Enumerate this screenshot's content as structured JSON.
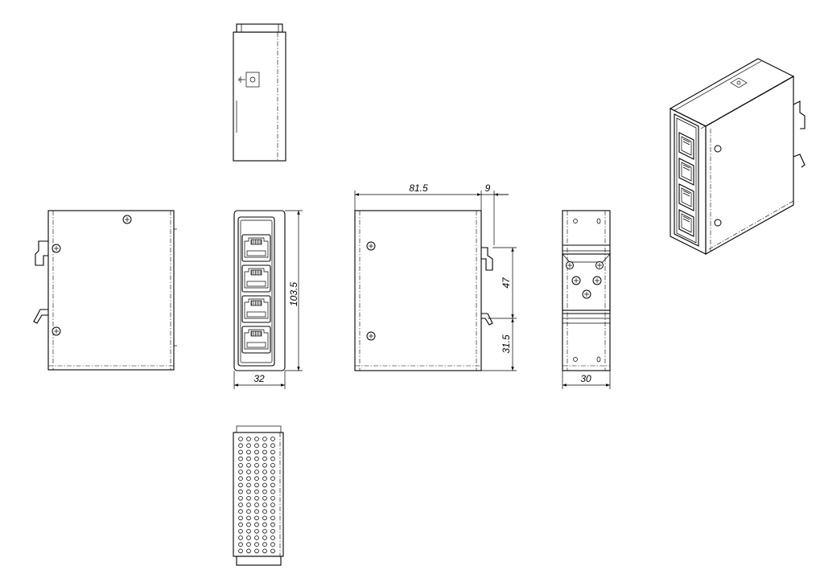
{
  "dimensions": {
    "length": "81.5",
    "din_offset": "9",
    "height": "103.5",
    "width_front": "32",
    "rail_upper": "47",
    "rail_lower": "31.5",
    "width_rear": "30"
  },
  "views": {
    "ports_count": 4,
    "vent_rows": 18,
    "vent_cols": 5
  }
}
